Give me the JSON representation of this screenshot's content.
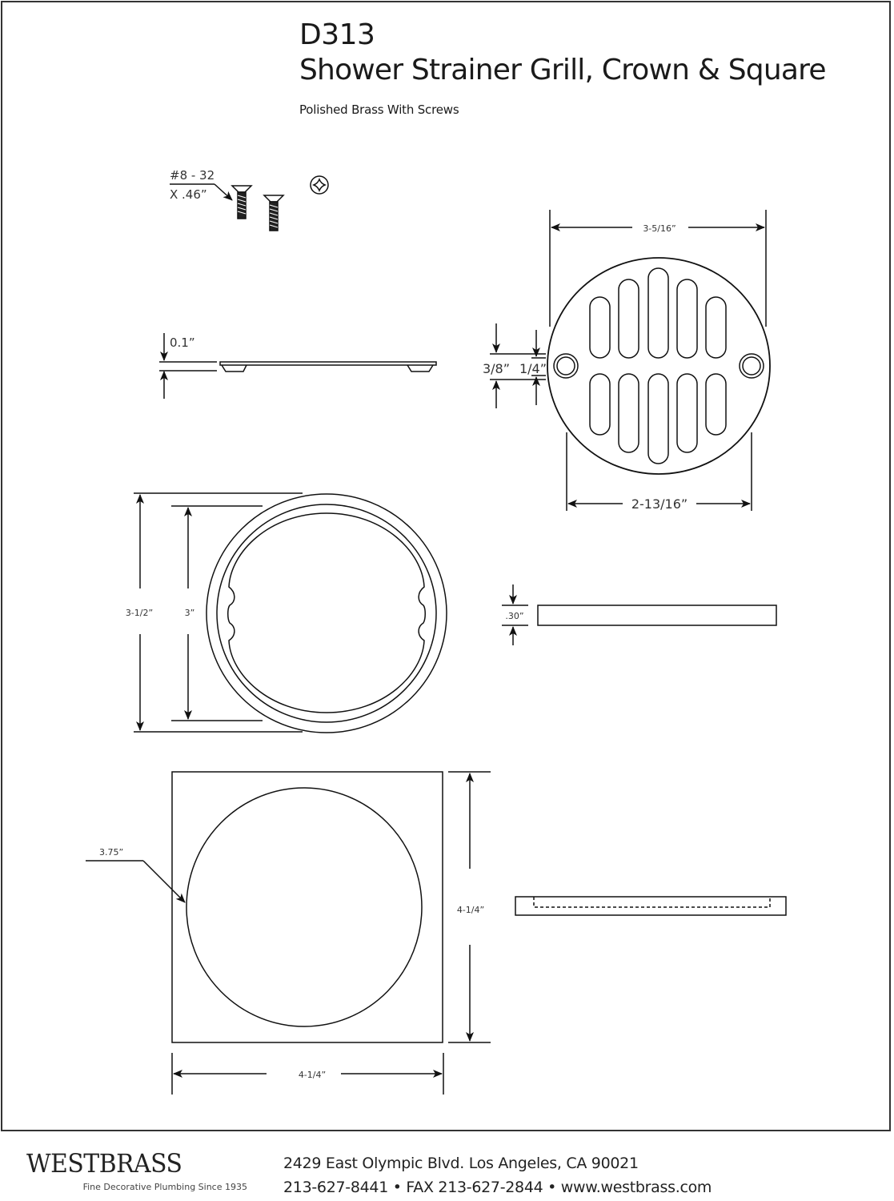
{
  "header": {
    "model": "D313",
    "product_name": "Shower Strainer Grill, Crown & Square",
    "subtitle": "Polished Brass With Screws"
  },
  "screws": {
    "spec_line1": "#8 - 32",
    "spec_line2": "X .46”",
    "head_icon": "phillips-head-icon"
  },
  "grill_side_view": {
    "thickness": "0.1”"
  },
  "grill_top_view": {
    "outer_diameter": "3-5/16”",
    "screw_spacing": "2-13/16”",
    "slot_gap_outer": "3/8”",
    "slot_gap_inner": "1/4”"
  },
  "crown_ring": {
    "outer_diameter": "3-1/2”",
    "inner_diameter": "3”"
  },
  "crown_side_view": {
    "thickness": ".30”"
  },
  "square_plate": {
    "opening_diameter": "3.75”",
    "height": "4-1/4”",
    "width": "4-1/4”"
  },
  "footer": {
    "brand": "WESTBRASS",
    "tagline": "Fine Decorative Plumbing Since 1935",
    "address": "2429 East Olympic Blvd. Los Angeles, CA  90021",
    "contact": "213-627-8441 • FAX 213-627-2844 • www.westbrass.com"
  },
  "colors": {
    "line": "#111111",
    "text": "#333333",
    "background": "#ffffff"
  }
}
